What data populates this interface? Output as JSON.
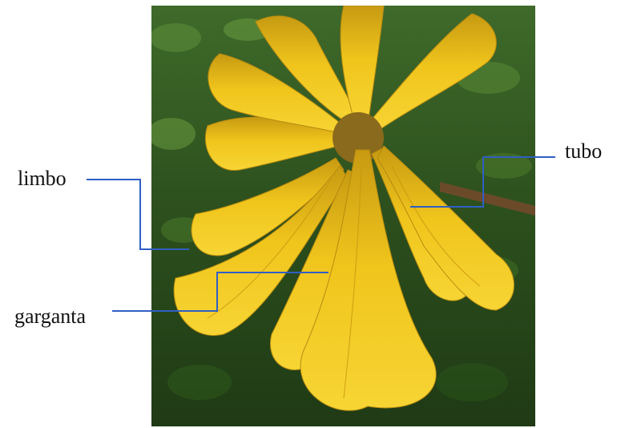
{
  "labels": {
    "limbo": "limbo",
    "garganta": "garganta",
    "tubo": "tubo"
  },
  "colors": {
    "leader_line": "#2f5fc4",
    "petal": "#f2c81a",
    "foliage": "#2f5a22"
  }
}
